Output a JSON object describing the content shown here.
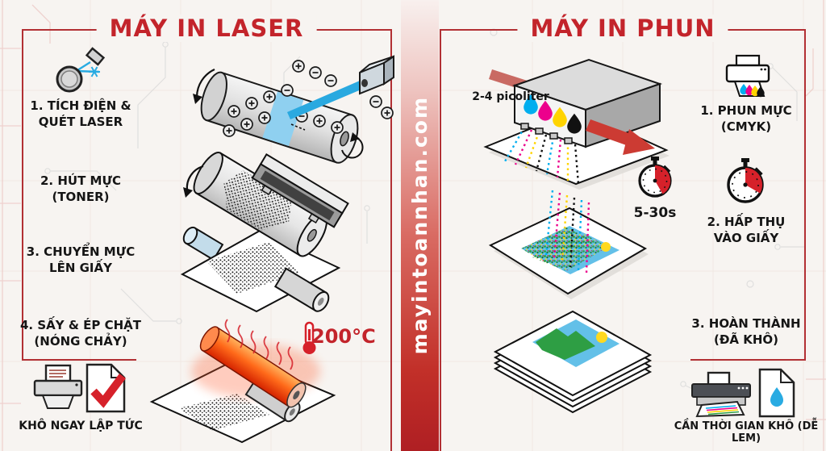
{
  "banner": {
    "url": "mayintoannhan.com"
  },
  "left": {
    "title": "MÁY IN LASER",
    "steps": [
      {
        "line1": "1. TÍCH ĐIỆN &",
        "line2": "QUÉT LASER"
      },
      {
        "line1": "2. HÚT MỰC",
        "line2": "(TONER)"
      },
      {
        "line1": "3. CHUYỂN MỰC",
        "line2": "LÊN GIẤY"
      },
      {
        "line1": "4. SẤY & ÉP CHẶT",
        "line2": "(NÓNG CHẢY)"
      }
    ],
    "fuser_temp": "200°C",
    "footer": "KHÔ NGAY LẬP TỨC"
  },
  "right": {
    "title": "MÁY IN PHUN",
    "droplet_size": "2-4 picoliter",
    "absorb_time": "5-30s",
    "steps": [
      {
        "line1": "1. PHUN MỰC",
        "line2": "(CMYK)"
      },
      {
        "line1": "2. HẤP THỤ",
        "line2": "VÀO GIẤY"
      },
      {
        "line1": "3. HOÀN THÀNH",
        "line2": "(ĐÃ KHÔ)"
      }
    ],
    "footer": "CẦN THỜI GIAN KHÔ (DỄ LEM)"
  },
  "colors": {
    "accent": "#C3242B",
    "frame": "#B23034",
    "laser_blue": "#29ABE2",
    "cyan": "#00AEEF",
    "magenta": "#EC008C",
    "yellow": "#FFD400",
    "ink_black": "#111111",
    "hot_orange": "#E8430A"
  }
}
